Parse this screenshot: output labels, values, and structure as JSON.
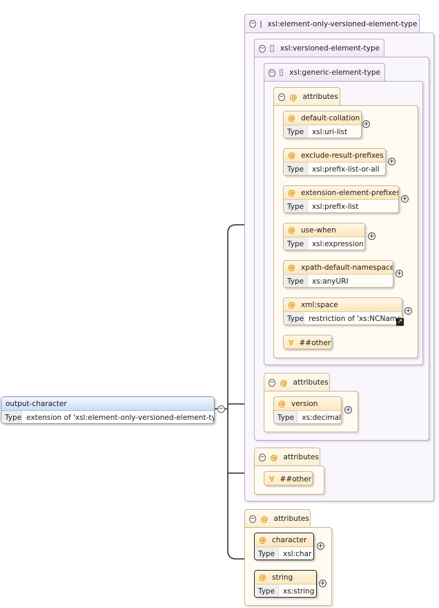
{
  "type_label": "Type",
  "main_element": {
    "name": "output-character",
    "type": "extension of 'xsl:element-only-versioned-element-type'"
  },
  "groups": {
    "outer": "xsl:element-only-versioned-element-type",
    "versioned": "xsl:versioned-element-type",
    "generic": "xsl:generic-element-type"
  },
  "attributes_label": "attributes",
  "generic_attributes": [
    {
      "name": "default-collation",
      "type": "xsl:uri-list"
    },
    {
      "name": "exclude-result-prefixes",
      "type": "xsl:prefix-list-or-all"
    },
    {
      "name": "extension-element-prefixes",
      "type": "xsl:prefix-list"
    },
    {
      "name": "use-when",
      "type": "xsl:expression"
    },
    {
      "name": "xpath-default-namespace",
      "type": "xs:anyURI"
    },
    {
      "name": "xml:space",
      "type": "restriction of 'xs:NCName'"
    }
  ],
  "any_attribute_label": "##other",
  "versioned_attributes": [
    {
      "name": "version",
      "type": "xs:decimal"
    }
  ],
  "own_attributes": [
    {
      "name": "character",
      "type": "xsl:char"
    },
    {
      "name": "string",
      "type": "xs:string"
    }
  ],
  "icons": {
    "collapse": "minus-circle-icon",
    "expand": "plus-circle-icon",
    "attribute": "at-sign-icon",
    "any_attribute": "wildcard-icon",
    "complex_type": "square-icon",
    "type_link": "arrow-link-icon"
  }
}
